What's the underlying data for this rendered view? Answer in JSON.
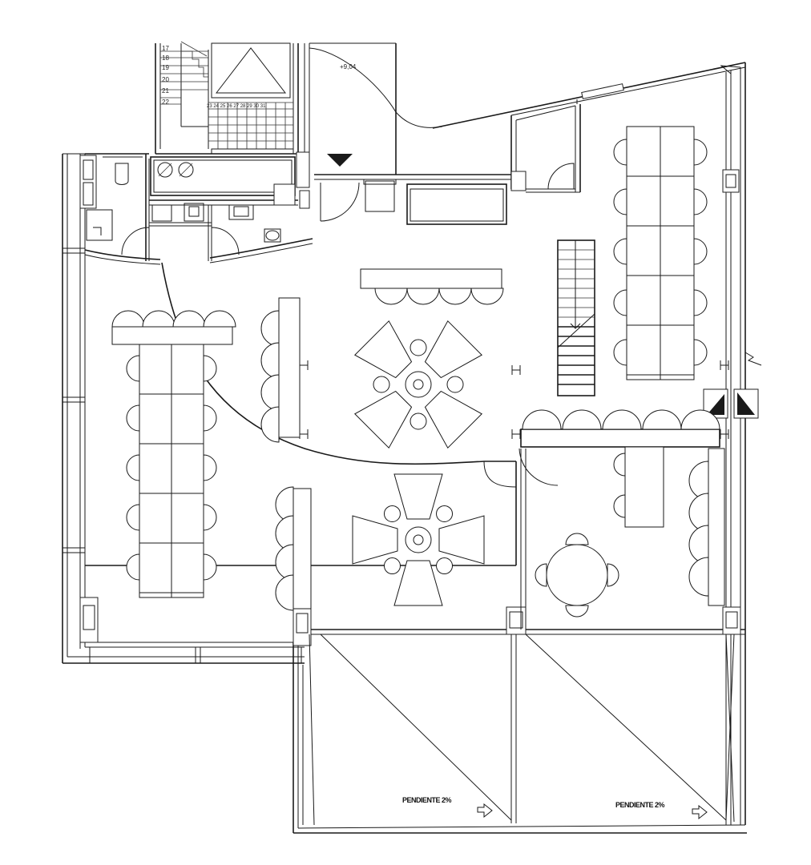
{
  "elevation_mark": "+9,04",
  "stair_steps": [
    "17",
    "18",
    "19",
    "20",
    "21",
    "22"
  ],
  "stair_landing_steps": "23 24 25 26 27 28 29 30 31",
  "slope_labels": [
    {
      "text": "PENDIENTE 2%"
    },
    {
      "text": "PENDIENTE 2%"
    }
  ]
}
